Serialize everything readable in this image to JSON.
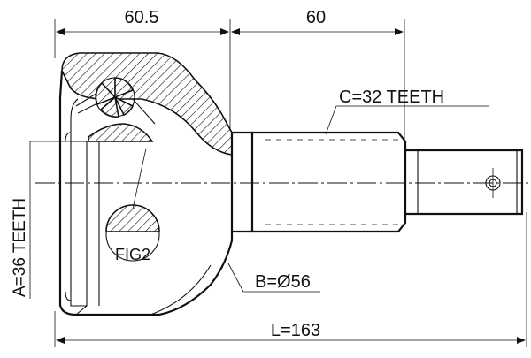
{
  "drawing": {
    "dimensions": {
      "top_left": "60.5",
      "top_right": "60",
      "overall_length": "L=163"
    },
    "callouts": {
      "outer_spline": "C=32 TEETH",
      "abs_ring": "B=Ø56",
      "inner_spline": "A=36 TEETH",
      "detail": "FIG2"
    }
  }
}
